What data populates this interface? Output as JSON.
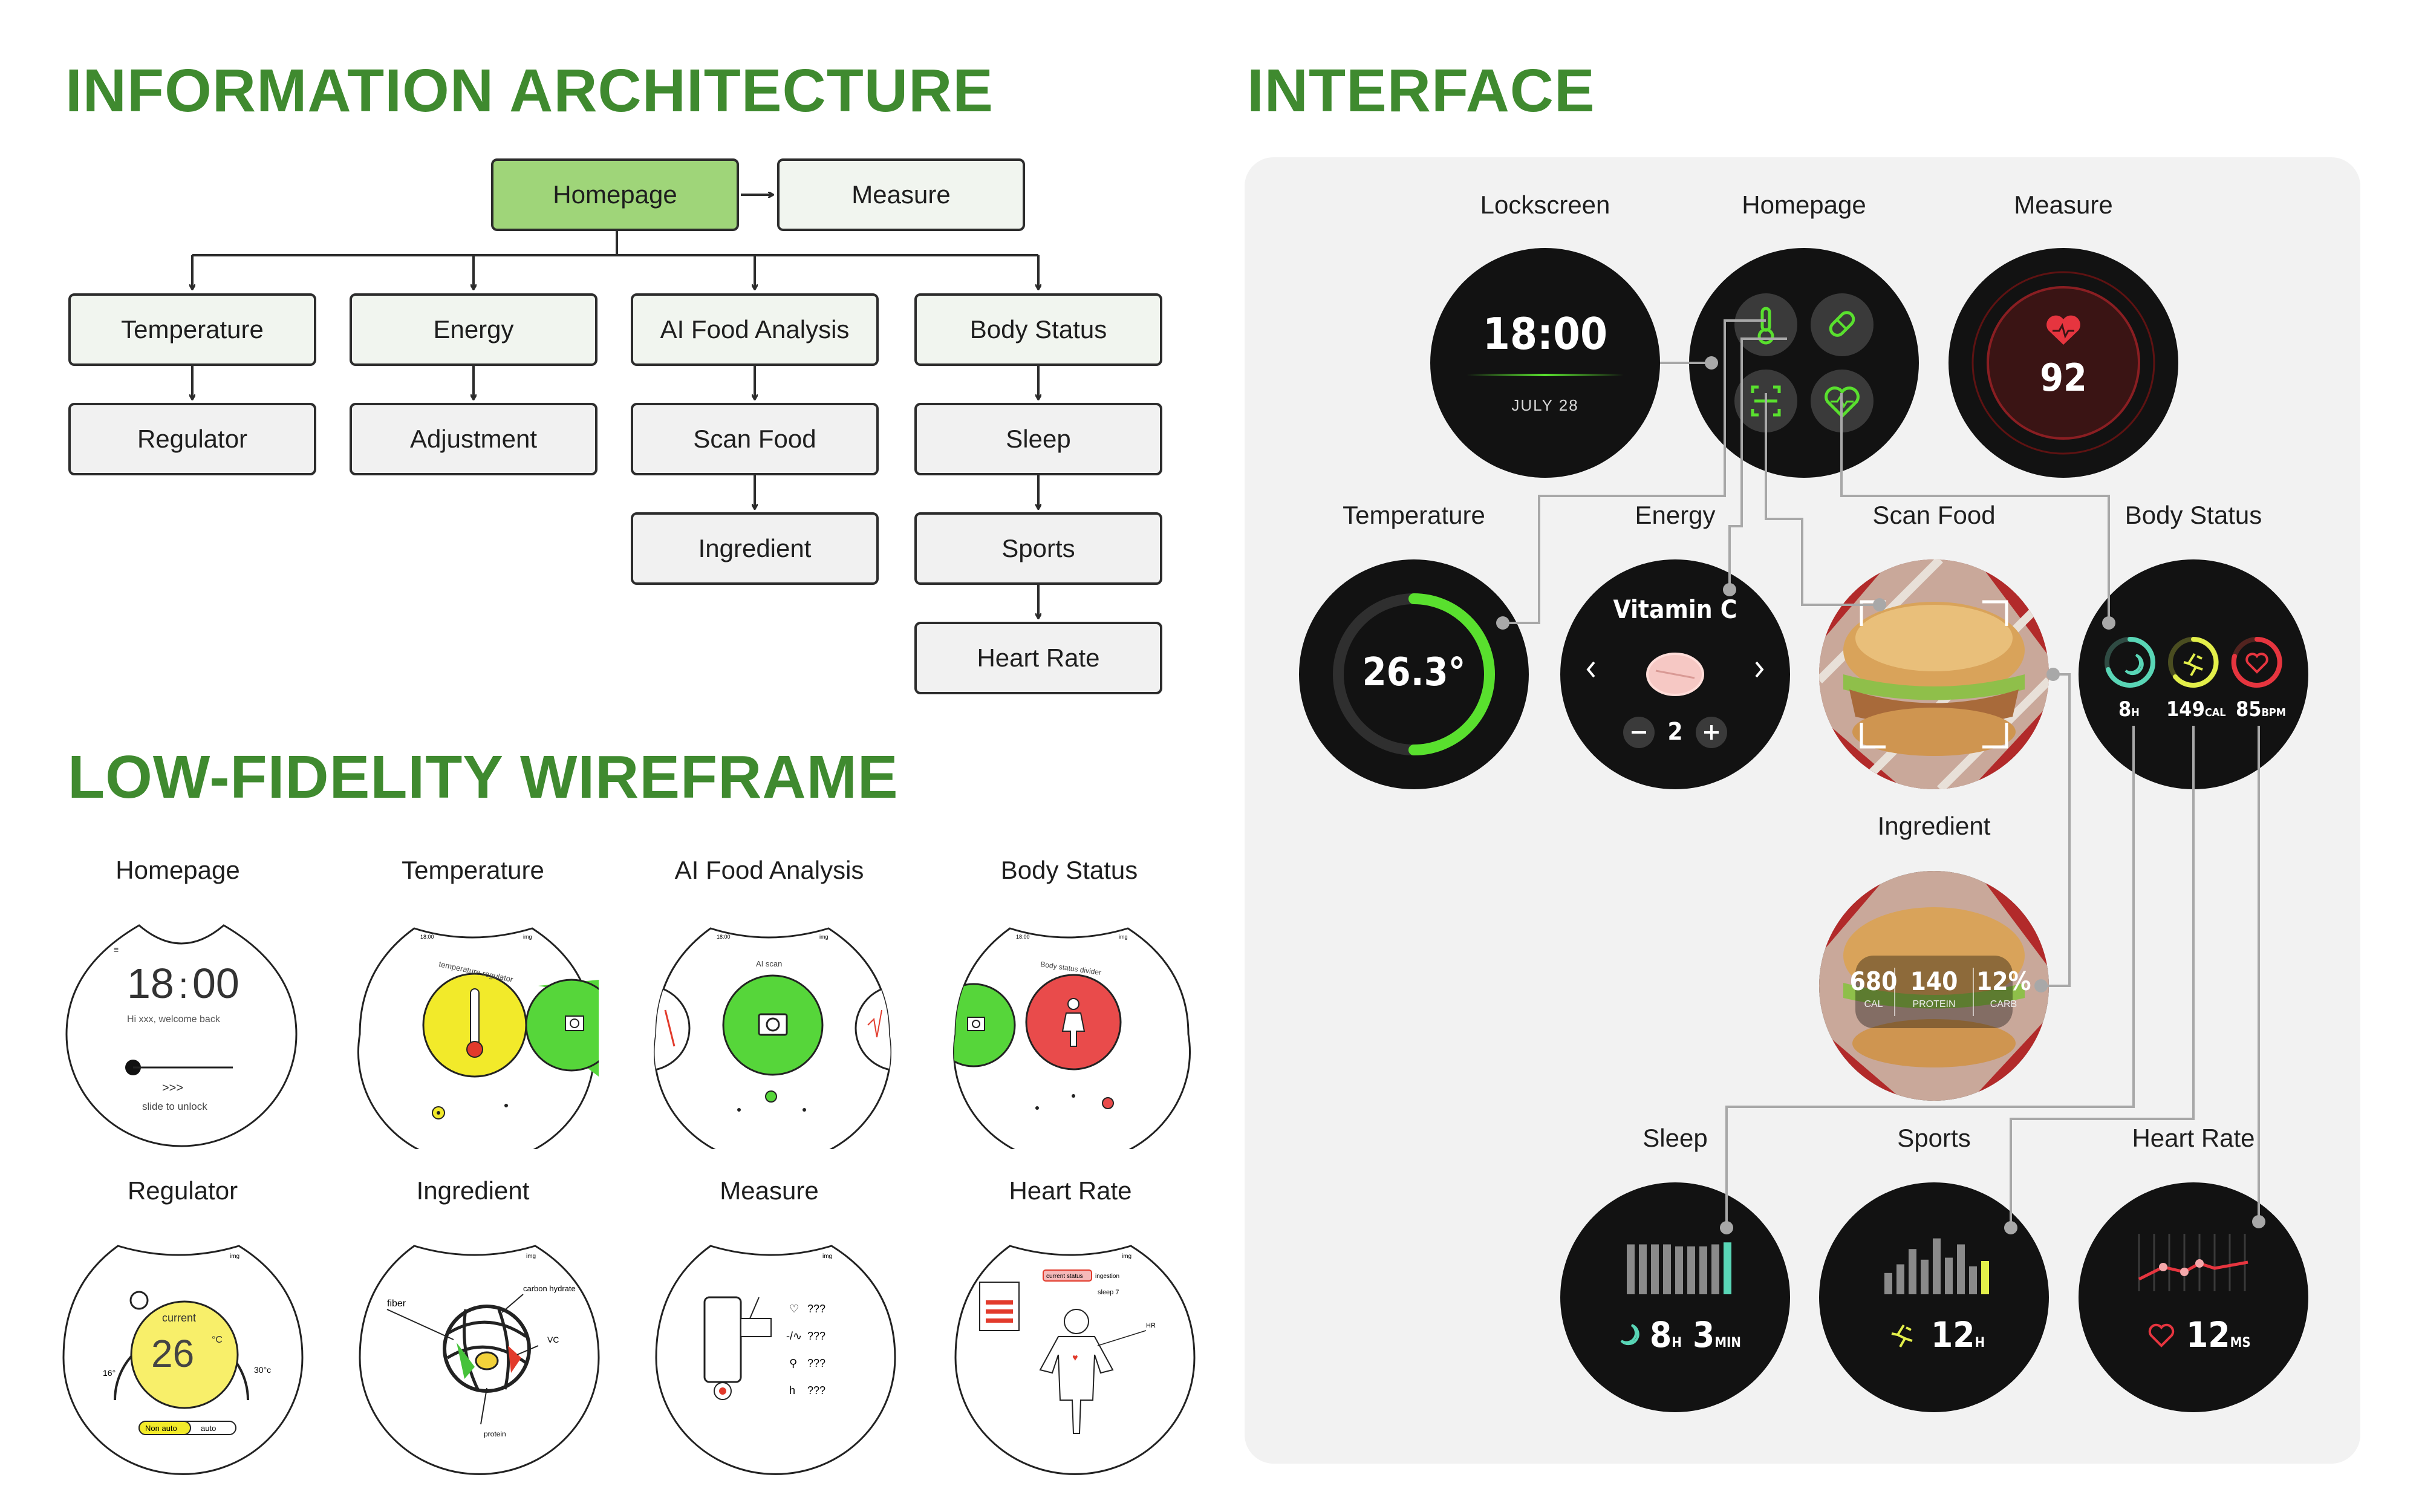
{
  "headings": {
    "ia": "INFORMATION ARCHITECTURE",
    "wireframe": "LOW-FIDELITY WIREFRAME",
    "interface": "INTERFACE"
  },
  "ia": {
    "homepage": "Homepage",
    "measure": "Measure",
    "columns": [
      {
        "head": "Temperature",
        "children": [
          "Regulator"
        ]
      },
      {
        "head": "Energy",
        "children": [
          "Adjustment"
        ]
      },
      {
        "head": "AI Food Analysis",
        "children": [
          "Scan Food",
          "Ingredient"
        ]
      },
      {
        "head": "Body Status",
        "children": [
          "Sleep",
          "Sports",
          "Heart Rate"
        ]
      }
    ]
  },
  "wireframe": {
    "labels": [
      "Homepage",
      "Temperature",
      "AI Food Analysis",
      "Body Status",
      "Regulator",
      "Ingredient",
      "Measure",
      "Heart Rate"
    ],
    "homepage": {
      "time_h": "18",
      "time_m": "00",
      "greeting": "Hi xxx, welcome back",
      "arrows": ">>>",
      "unlock": "slide to unlock"
    },
    "temperature": {
      "title": "temperature regulator"
    },
    "ai_food": {
      "title": "AI scan"
    },
    "body_status": {
      "title": "Body status divider"
    },
    "regulator": {
      "current": "current",
      "value": "26",
      "unit": "°C",
      "min": "16°",
      "max": "30°c",
      "mode_a": "Non auto",
      "mode_b": "auto"
    },
    "ingredient": {
      "fiber": "fiber",
      "carb": "carbon hydrate",
      "vc": "VC",
      "protein": "protein"
    },
    "measure": {
      "q1": "???",
      "q2": "???",
      "q3": "???",
      "q4": "???"
    },
    "heart_rate": {
      "tag": "current status",
      "tag2": "ingestion",
      "sleep": "sleep 7",
      "hr": "HR"
    }
  },
  "interface": {
    "labels": {
      "lockscreen": "Lockscreen",
      "homepage": "Homepage",
      "measure": "Measure",
      "temperature": "Temperature",
      "energy": "Energy",
      "scan_food": "Scan Food",
      "body_status": "Body Status",
      "ingredient": "Ingredient",
      "sleep": "Sleep",
      "sports": "Sports",
      "heart_rate": "Heart Rate"
    },
    "lockscreen": {
      "time": "18:00",
      "date": "JULY 28"
    },
    "measure": {
      "value": "92"
    },
    "temperature": {
      "value": "26.3°"
    },
    "energy": {
      "title": "Vitamin C",
      "count": "2"
    },
    "body_status": {
      "sleep_value": "8",
      "sleep_unit": "H",
      "cal_value": "149",
      "cal_unit": "CAL",
      "bpm_value": "85",
      "bpm_unit": "BPM"
    },
    "ingredient": [
      {
        "value": "680",
        "unit": "CAL"
      },
      {
        "value": "140",
        "unit": "PROTEIN"
      },
      {
        "value": "12%",
        "unit": "CARB"
      }
    ],
    "sleep": {
      "h": "8",
      "h_unit": "H",
      "m": "3",
      "m_unit": "MIN",
      "bars": [
        0.75,
        0.75,
        0.75,
        0.75,
        0.72,
        0.72,
        0.72,
        0.75,
        0.78
      ]
    },
    "sports": {
      "value": "12",
      "unit": "H",
      "bars": [
        0.32,
        0.45,
        0.68,
        0.52,
        0.84,
        0.55,
        0.75,
        0.42,
        0.5
      ]
    },
    "heart": {
      "value": "12",
      "unit": "MS"
    },
    "colors": {
      "accent_green": "#3f8a2f",
      "watch_green": "#59e02e",
      "watch_red": "#e6353f",
      "watch_yellow": "#e3ef4a",
      "watch_cyan": "#59d6b6"
    }
  }
}
